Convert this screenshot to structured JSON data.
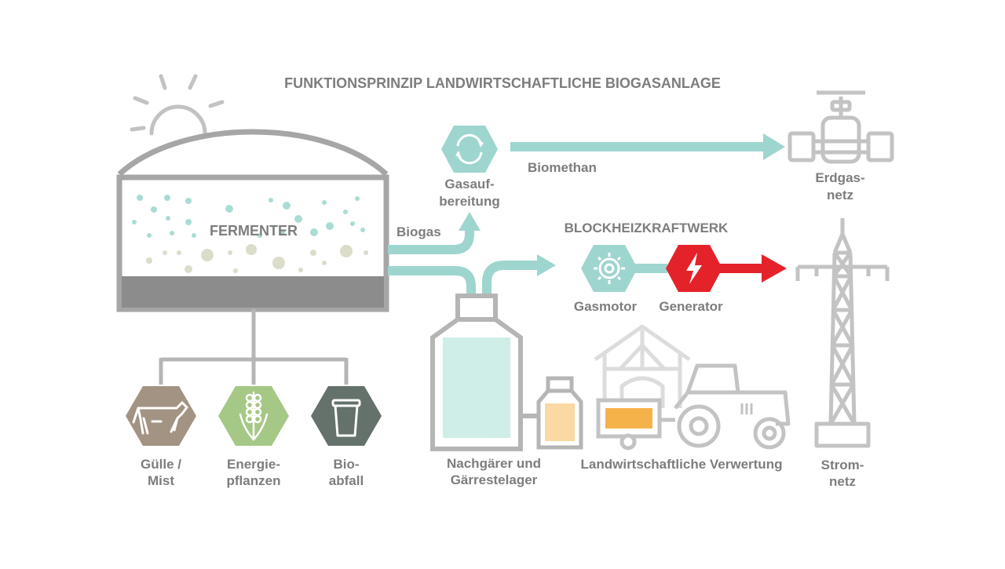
{
  "title": "FUNKTIONSPRINZIP LANDWIRTSCHAFTLICHE BIOGASANLAGE",
  "fermenter": {
    "label": "FERMENTER"
  },
  "flows": {
    "biogas": "Biogas",
    "biomethan": "Biomethan"
  },
  "gasaufbereitung": {
    "line1": "Gasauf-",
    "line2": "bereitung"
  },
  "erdgasnetz": {
    "line1": "Erdgas-",
    "line2": "netz"
  },
  "bhkw": {
    "title": "BLOCKHEIZKRAFTWERK",
    "gasmotor": "Gasmotor",
    "generator": "Generator"
  },
  "stromnetz": {
    "line1": "Strom-",
    "line2": "netz"
  },
  "inputs": [
    {
      "line1": "Gülle /",
      "line2": "Mist",
      "icon": "cow-icon",
      "color": "#a39383"
    },
    {
      "line1": "Energie-",
      "line2": "pflanzen",
      "icon": "corn-plant-icon",
      "color": "#a5c886"
    },
    {
      "line1": "Bio-",
      "line2": "abfall",
      "icon": "trash-bin-icon",
      "color": "#65716b"
    }
  ],
  "nachgaerer": {
    "line1": "Nachgärer und",
    "line2": "Gärrestelager"
  },
  "verwertung": {
    "label": "Landwirtschaftliche Verwertung"
  },
  "colors": {
    "teal": "#9ed5cf",
    "teal_dark": "#5fb8ae",
    "grey": "#b9b9b9",
    "grey_dark": "#8b8b8b",
    "text": "#7d7d7d",
    "red": "#e4222a",
    "orange": "#f6b24a",
    "peach": "#fbd9a3"
  }
}
